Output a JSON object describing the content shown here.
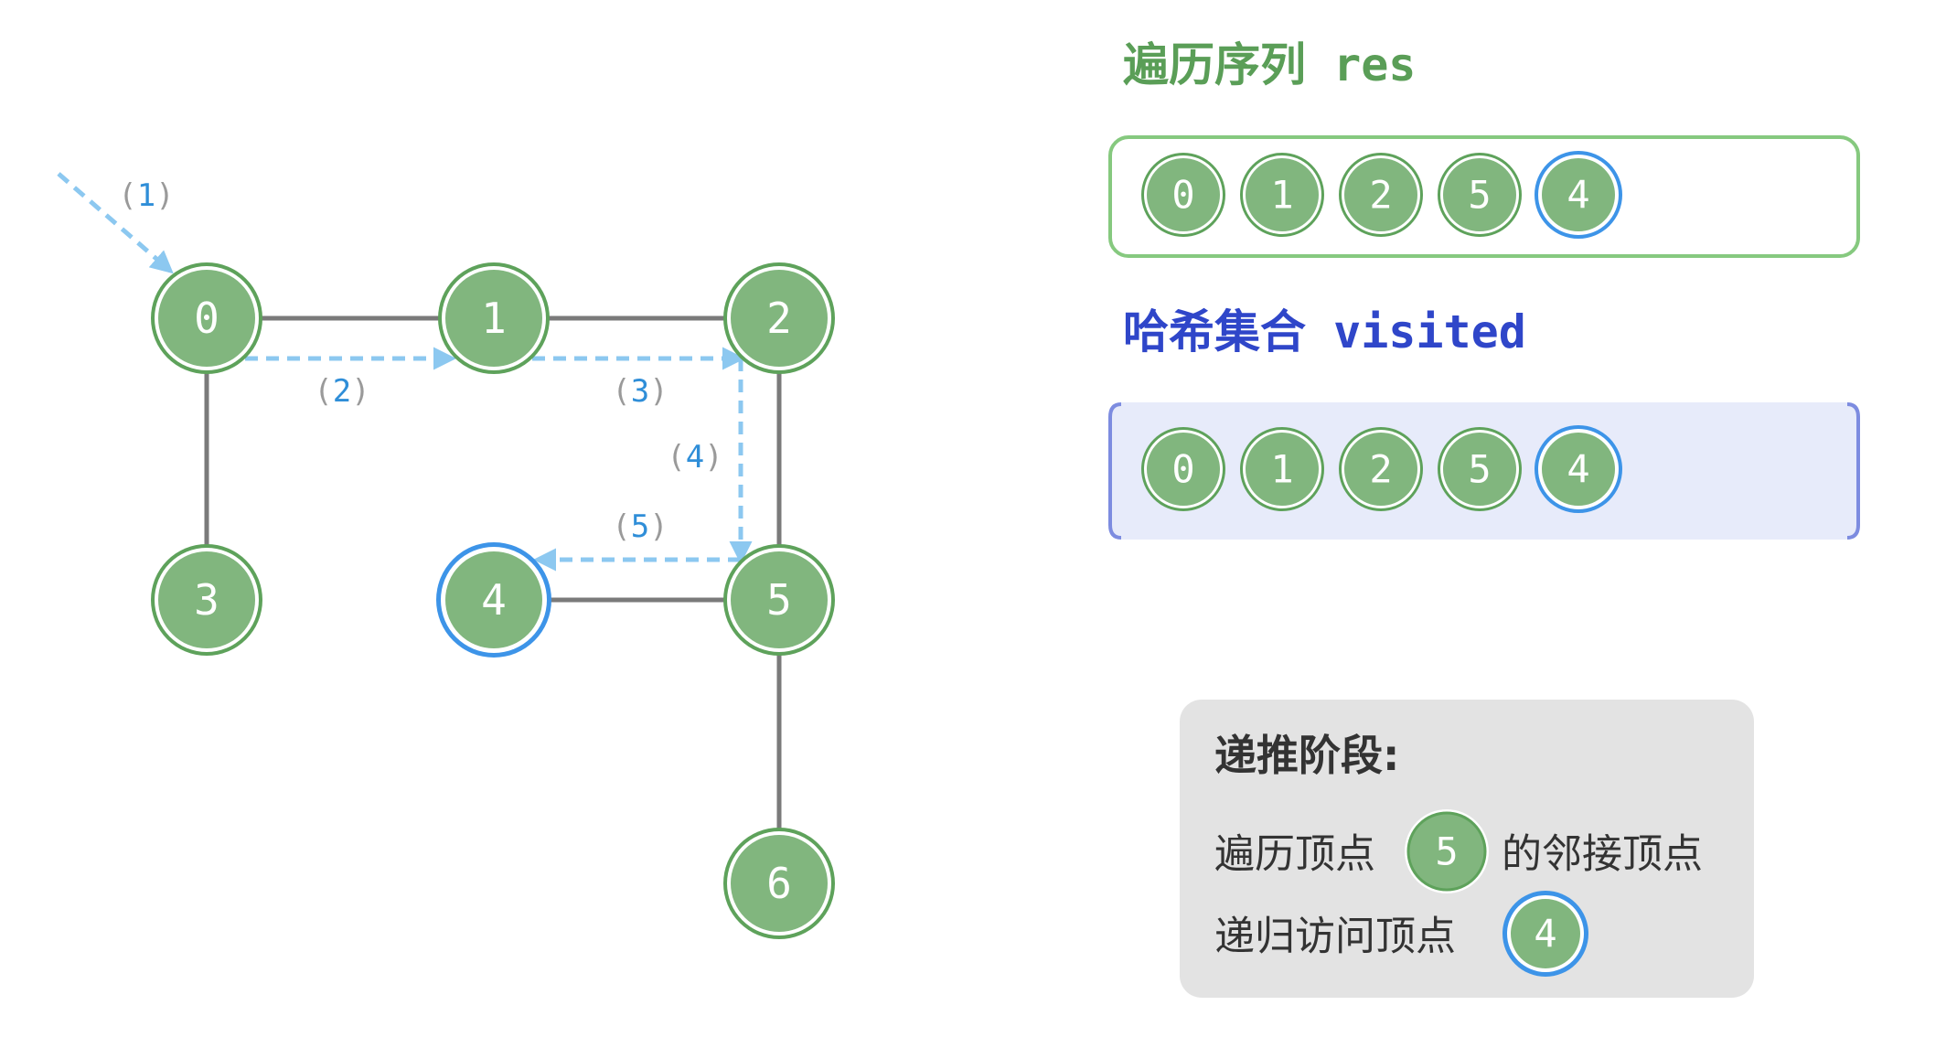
{
  "colors": {
    "node_fill": "#81b67e",
    "node_ring": "#5ea25b",
    "highlight_ring": "#3d94e8",
    "edge": "#7a7a7a",
    "path": "#8cc8f0",
    "res_border": "#86c97f",
    "visited_bg": "#e7ebfa",
    "visited_border": "#7d8ce0",
    "note_bg": "#e3e3e3"
  },
  "graph": {
    "nodes": [
      {
        "id": "0",
        "label": "0",
        "highlight": false
      },
      {
        "id": "1",
        "label": "1",
        "highlight": false
      },
      {
        "id": "2",
        "label": "2",
        "highlight": false
      },
      {
        "id": "3",
        "label": "3",
        "highlight": false
      },
      {
        "id": "4",
        "label": "4",
        "highlight": true
      },
      {
        "id": "5",
        "label": "5",
        "highlight": false
      },
      {
        "id": "6",
        "label": "6",
        "highlight": false
      }
    ],
    "edges": [
      [
        "0",
        "1"
      ],
      [
        "1",
        "2"
      ],
      [
        "0",
        "3"
      ],
      [
        "2",
        "5"
      ],
      [
        "4",
        "5"
      ],
      [
        "5",
        "6"
      ]
    ],
    "steps": [
      {
        "label": "1"
      },
      {
        "label": "2"
      },
      {
        "label": "3"
      },
      {
        "label": "4"
      },
      {
        "label": "5"
      }
    ]
  },
  "res": {
    "title": "遍历序列 res",
    "items": [
      "0",
      "1",
      "2",
      "5",
      "4"
    ],
    "highlight_last": true
  },
  "visited": {
    "title": "哈希集合 visited",
    "items": [
      "0",
      "1",
      "2",
      "5",
      "4"
    ],
    "highlight_last": true
  },
  "note": {
    "title": "递推阶段:",
    "line1_prefix": "遍历顶点",
    "line1_node": "5",
    "line1_suffix": "的邻接顶点",
    "line2_prefix": "递归访问顶点",
    "line2_node": "4"
  }
}
